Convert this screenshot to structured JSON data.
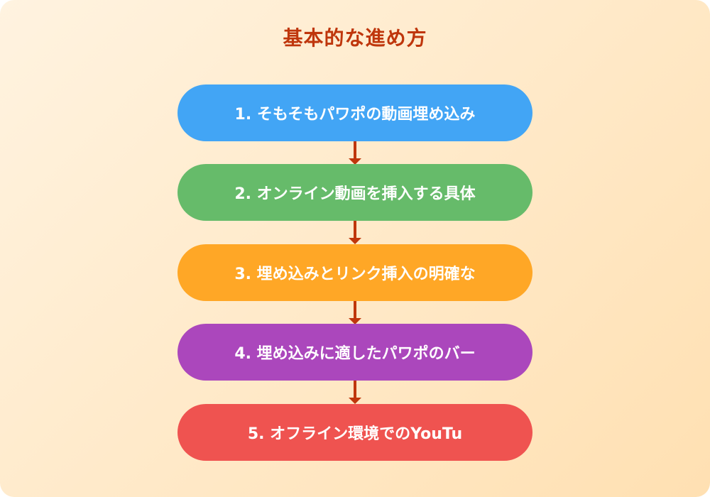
{
  "diagram": {
    "title": "基本的な進め方",
    "title_color": "#bf360c",
    "background": {
      "from": "#fff3e0",
      "to": "#ffe0b2"
    },
    "arrow_color": "#bf360c",
    "steps": [
      {
        "label": "1. そもそもパワポの動画埋め込み",
        "color": "#42a5f5"
      },
      {
        "label": "2. オンライン動画を挿入する具体",
        "color": "#66bb6a"
      },
      {
        "label": "3. 埋め込みとリンク挿入の明確な",
        "color": "#ffa726"
      },
      {
        "label": "4. 埋め込みに適したパワポのバー",
        "color": "#ab47bc"
      },
      {
        "label": "5. オフライン環境でのYouTu",
        "color": "#ef5350"
      }
    ]
  }
}
